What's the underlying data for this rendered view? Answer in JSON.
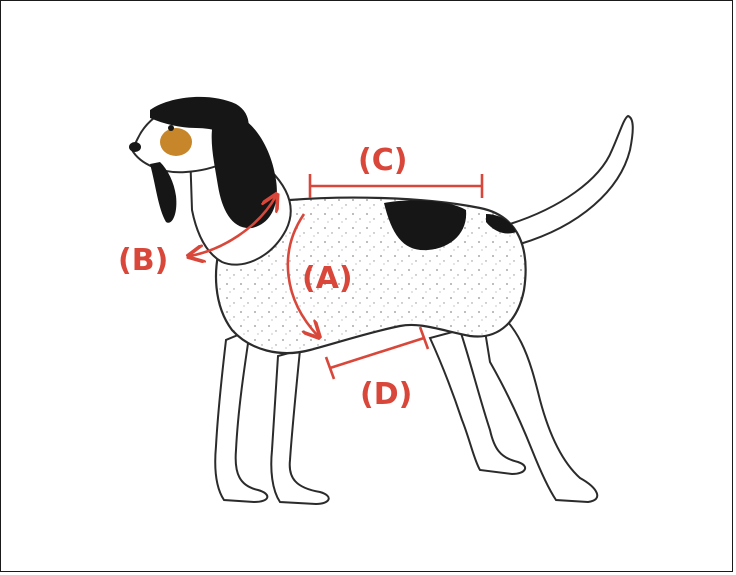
{
  "colors": {
    "annotation": "#d9473a",
    "outline": "#2b2b2b",
    "black_patch": "#161616",
    "tan_patch": "#c8862b",
    "coat": "#ffffff"
  },
  "labels": {
    "a": "(A)",
    "b": "(B)",
    "c": "(C)",
    "d": "(D)"
  }
}
